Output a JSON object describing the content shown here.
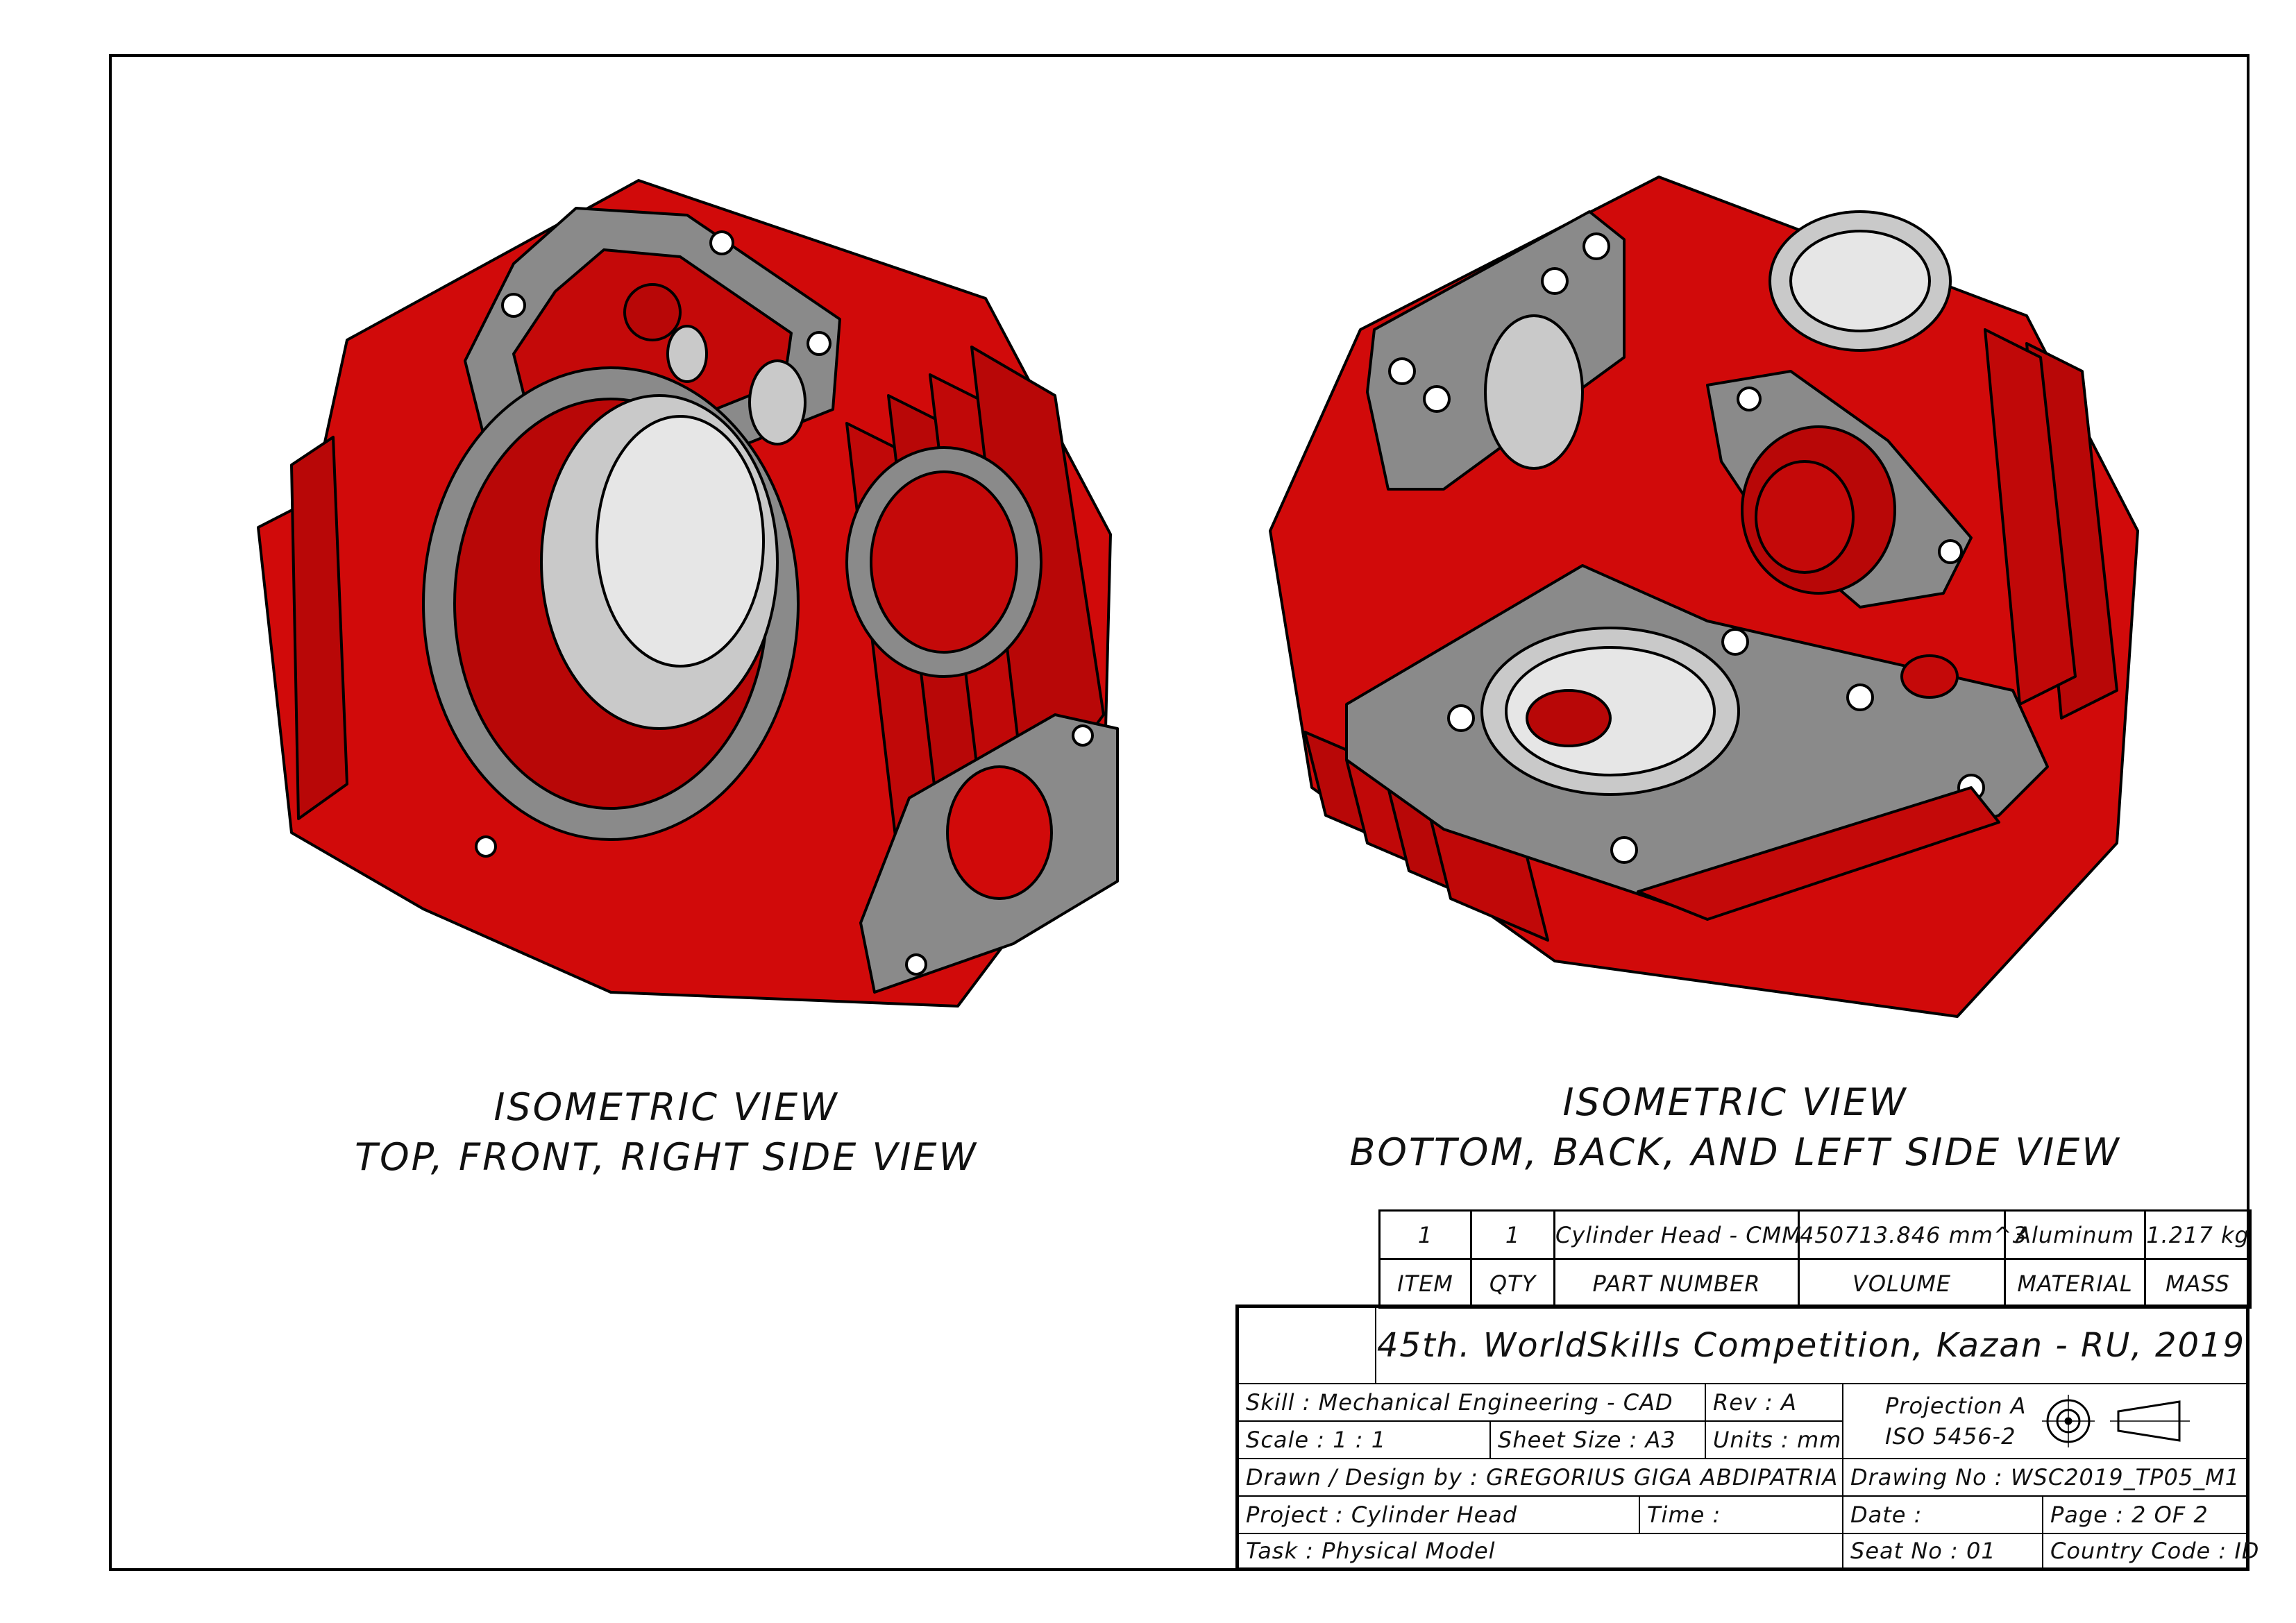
{
  "views": [
    {
      "caption_line1": "ISOMETRIC VIEW",
      "caption_line2": "TOP, FRONT, RIGHT SIDE VIEW"
    },
    {
      "caption_line1": "ISOMETRIC VIEW",
      "caption_line2": "BOTTOM, BACK, AND LEFT SIDE VIEW"
    }
  ],
  "colors": {
    "part_red": "#d10a0a",
    "gasket_gray": "#8a8a8a",
    "bore_silver": "#c9c9c9",
    "outline": "#000000"
  },
  "bom": {
    "headers": [
      "ITEM",
      "QTY",
      "PART NUMBER",
      "VOLUME",
      "MATERIAL",
      "MASS"
    ],
    "row": [
      "1",
      "1",
      "Cylinder Head - CMM",
      "450713.846 mm^3",
      "Aluminum",
      "1.217 kg"
    ]
  },
  "title_block": {
    "competition": "45th. WorldSkills Competition, Kazan - RU, 2019",
    "skill": "Skill  : Mechanical Engineering - CAD",
    "rev": "Rev : A",
    "projection_line1": "Projection A",
    "projection_line2": "ISO 5456-2",
    "scale": "Scale : 1 : 1",
    "sheet_size": "Sheet Size :  A3",
    "units": "Units : mm",
    "drawn_by": "Drawn / Design by : GREGORIUS GIGA ABDIPATRIA",
    "drawing_no": "Drawing No : WSC2019_TP05_M1",
    "project": "Project : Cylinder Head",
    "time": "Time  :",
    "date": "Date :",
    "page": "Page :  2  OF  2",
    "task": "Task : Physical Model",
    "seat_no": "Seat No : 01",
    "country_code": "Country Code : ID"
  }
}
